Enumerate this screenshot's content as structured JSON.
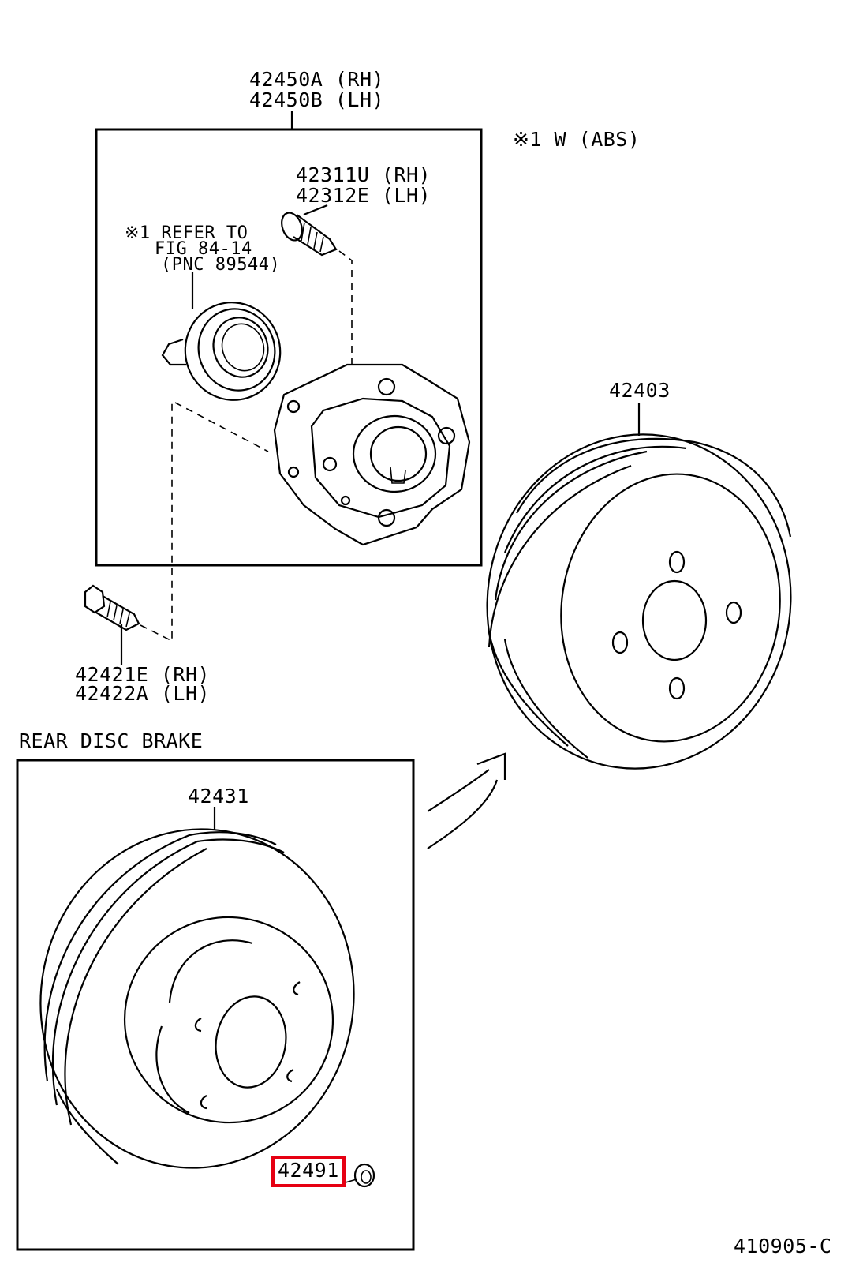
{
  "labels": {
    "hub_assembly": [
      "42450A (RH)",
      "42450B (LH)"
    ],
    "abs_note": "※1 W (ABS)",
    "hub_bolt": [
      "42311U (RH)",
      "42312E (LH)"
    ],
    "refer_note": [
      "※1 REFER TO",
      "FIG 84-14",
      "(PNC 89544)"
    ],
    "bolt": [
      "42421E (RH)",
      "42422A (LH)"
    ],
    "drum": "42403",
    "section_title": "REAR DISC BRAKE",
    "disc": "42431",
    "plug": "42491",
    "figure_code": "410905-C"
  },
  "colors": {
    "highlight": "#e60012",
    "line": "#000000",
    "background": "#ffffff"
  }
}
